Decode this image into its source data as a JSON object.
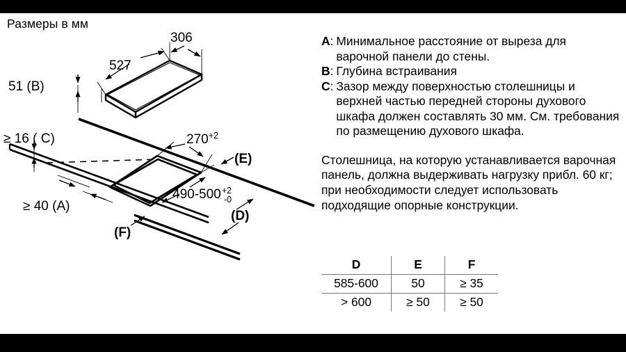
{
  "page": {
    "heading": "Размеры в мм",
    "background": "#ffffff",
    "letterbox_color": "#000000",
    "ink_color": "#000000"
  },
  "drawing": {
    "labels": {
      "width_527": "527",
      "depth_306": "306",
      "height_51_b": "51 (B)",
      "clearance_16_c": "≥ 16 ( C)",
      "wall_40_a": "≥ 40 (A)",
      "cutout_270": "270",
      "cutout_270_tol": "+2",
      "cutout_490_500": "490-500",
      "cutout_490_500_tol_plus": "+2",
      "cutout_490_500_tol_minus": "-0",
      "label_d": "(D)",
      "label_e": "(E)",
      "label_f": "(F)"
    }
  },
  "legend": [
    {
      "key": "A",
      "separator": ":",
      "text": "Минимальное расстояние от выреза для варочной панели до стены."
    },
    {
      "key": "B",
      "separator": ":",
      "text": "Глубина встраивания"
    },
    {
      "key": "C",
      "separator": ":",
      "text": "Зазор между поверхностью столешницы и верхней частью передней стороны духового шкафа должен составлять 30 мм. См. требования по размещению духового шкафа."
    }
  ],
  "paragraph": "Столешница, на которую устанавливается варочная панель, должна выдерживать нагрузку прибл. 60 кг; при необходимости следует использовать подходящие опорные конструкции.",
  "table": {
    "headers": [
      "D",
      "E",
      "F"
    ],
    "rows": [
      [
        "585-600",
        "50",
        "≥ 35"
      ],
      [
        "> 600",
        "≥ 50",
        "≥ 50"
      ]
    ]
  }
}
